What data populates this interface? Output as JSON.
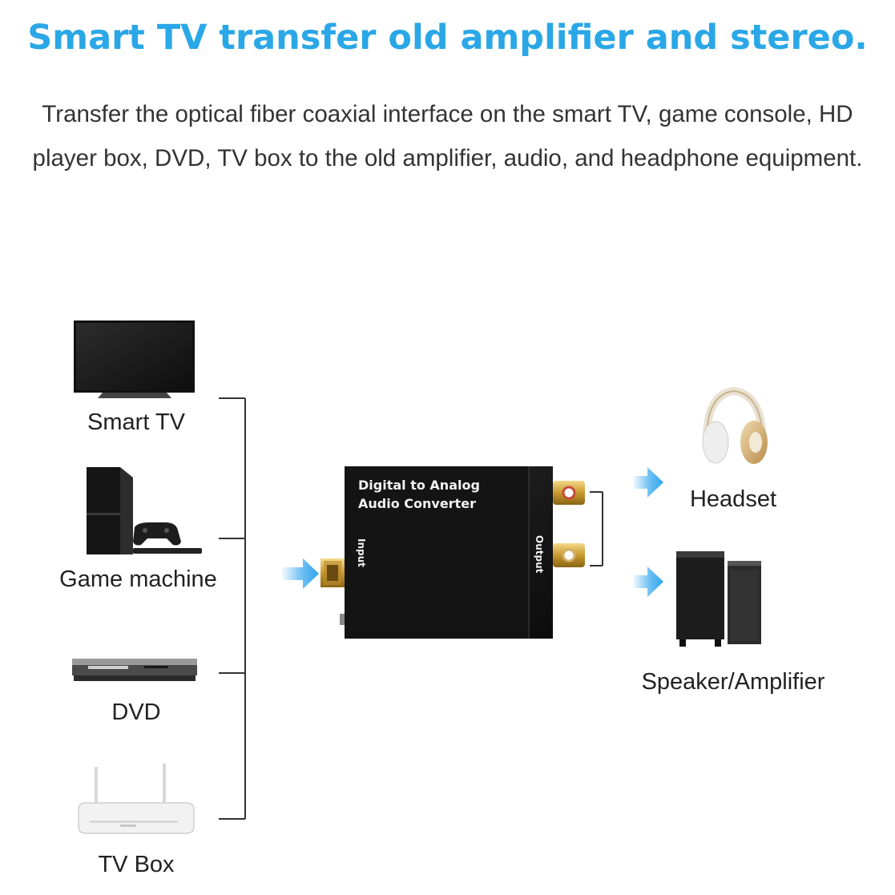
{
  "title": "Smart TV transfer old amplifier and stereo.",
  "subtitle_line1": "Transfer the optical fiber coaxial interface on the smart TV, game console, HD",
  "subtitle_line2": "player box, DVD, TV box to the old amplifier, audio, and headphone equipment.",
  "inputs": [
    {
      "label": "Smart TV",
      "icon": "tv-icon"
    },
    {
      "label": "Game machine",
      "icon": "game-console-icon"
    },
    {
      "label": "DVD",
      "icon": "dvd-player-icon"
    },
    {
      "label": "TV Box",
      "icon": "router-icon"
    }
  ],
  "converter": {
    "line1": "Digital to Analog",
    "line2": "Audio Converter",
    "input_label": "Input",
    "output_label": "Output"
  },
  "outputs": [
    {
      "label": "Headset",
      "icon": "headphones-icon"
    },
    {
      "label": "Speaker/Amplifier",
      "icon": "speaker-icon"
    }
  ],
  "colors": {
    "title": "#2aa7e6",
    "arrow": "#2ea4ee",
    "text": "#333333",
    "device": "#1b1b1b"
  }
}
